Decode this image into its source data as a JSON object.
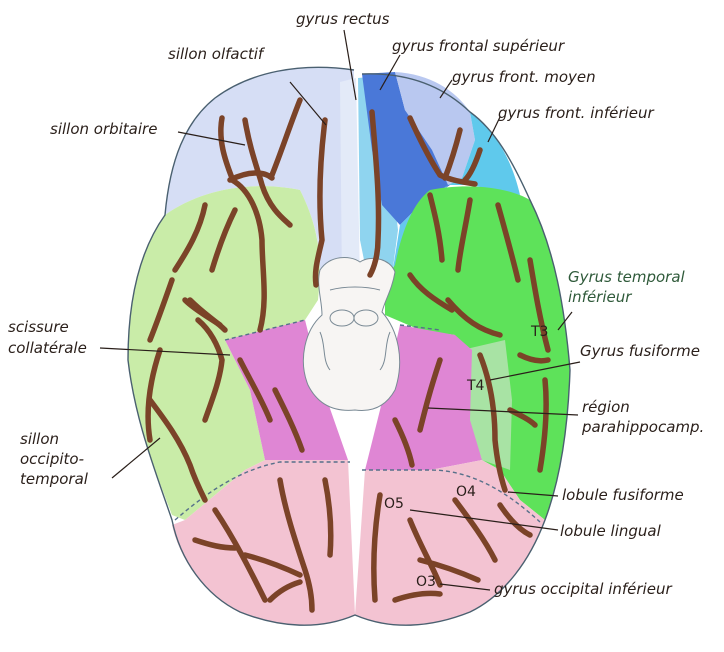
{
  "labels": {
    "gyrus_rectus": "gyrus rectus",
    "sillon_olfactif": "sillon olfactif",
    "gyrus_frontal_superieur": "gyrus frontal supérieur",
    "gyrus_front_moyen": "gyrus front. moyen",
    "sillon_orbitaire": "sillon orbitaire",
    "gyrus_front_inferieur": "gyrus front. inférieur",
    "gyrus_temporal_inferieur_line1": "Gyrus temporal",
    "gyrus_temporal_inferieur_line2": "inférieur",
    "scissure_line1": "scissure",
    "scissure_line2": "collatérale",
    "gyrus_fusiforme": "Gyrus fusiforme",
    "region_line1": "région",
    "region_line2": "parahippocamp.",
    "sillon_ot_line1": "sillon",
    "sillon_ot_line2": "occipito-",
    "sillon_ot_line3": "temporal",
    "lobule_fusiforme": "lobule fusiforme",
    "lobule_lingual": "lobule lingual",
    "gyrus_occipital_inferieur": "gyrus occipital inférieur"
  },
  "region_codes": {
    "t3": "T3",
    "t4": "T4",
    "o4": "O4",
    "o5": "O5",
    "o3": "O3"
  },
  "colors": {
    "orbital_light": "#d6def5",
    "gyrus_rectus": "#8fd4ef",
    "frontal_superior": "#4a78d8",
    "frontal_middle": "#b9c8f0",
    "frontal_inferior": "#5fc9ec",
    "temporal_left": "#c9eca8",
    "temporal_right": "#5ee25a",
    "fusiform_right": "#a8e3a4",
    "parahippocampal": "#df86d4",
    "occipital": "#f3c3d2",
    "sulcus": "#7b4328"
  }
}
